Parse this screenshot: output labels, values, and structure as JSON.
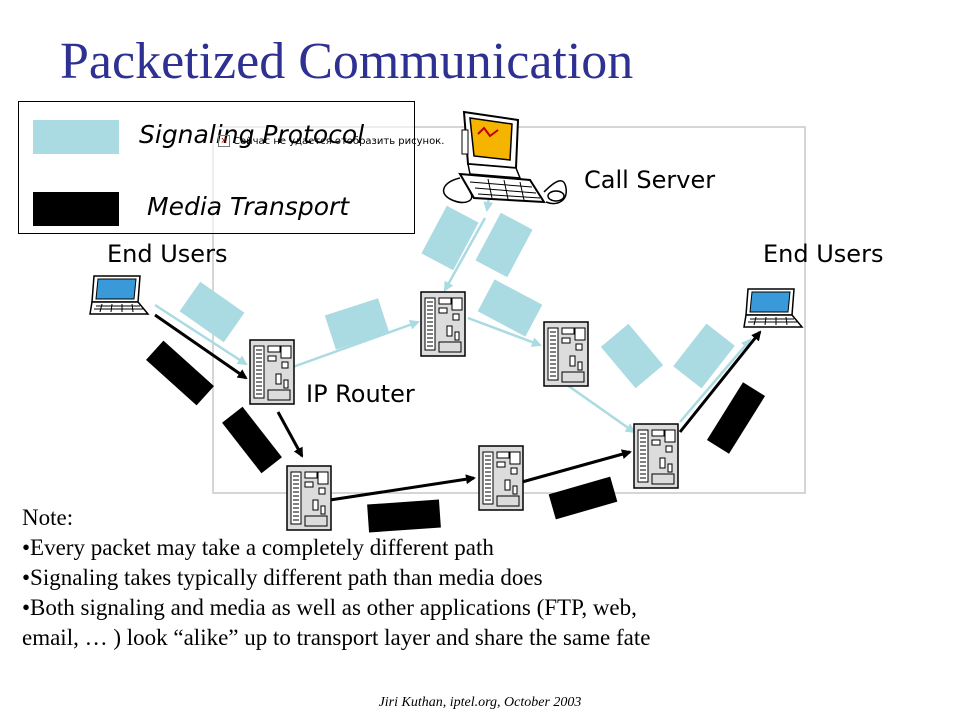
{
  "title": "Packetized Communication",
  "legend": {
    "signaling_label": "Signaling Protocol",
    "media_label": "Media Transport"
  },
  "broken_image_text": "Сейчас не удается отобразить рисунок.",
  "labels": {
    "call_server": "Call Server",
    "end_users_left": "End Users",
    "end_users_right": "End Users",
    "ip_router": "IP Router"
  },
  "notes": {
    "heading": "Note:",
    "bullets": [
      "•Every packet may take a completely different path",
      "•Signaling takes typically different path than media does",
      "•Both signaling and media as well as other applications (FTP, web,",
      "email, … ) look “alike” up to transport layer and share the same fate"
    ]
  },
  "footer": "Jiri Kuthan, iptel.org, October 2003",
  "colors": {
    "title": "#2e3192",
    "signaling": "#aadae2",
    "media": "#000000",
    "frame": "#c8c8c8",
    "router": "#dcdcdc"
  },
  "icons": [
    "laptop-icon",
    "router-icon",
    "call-server-workstation-icon"
  ]
}
